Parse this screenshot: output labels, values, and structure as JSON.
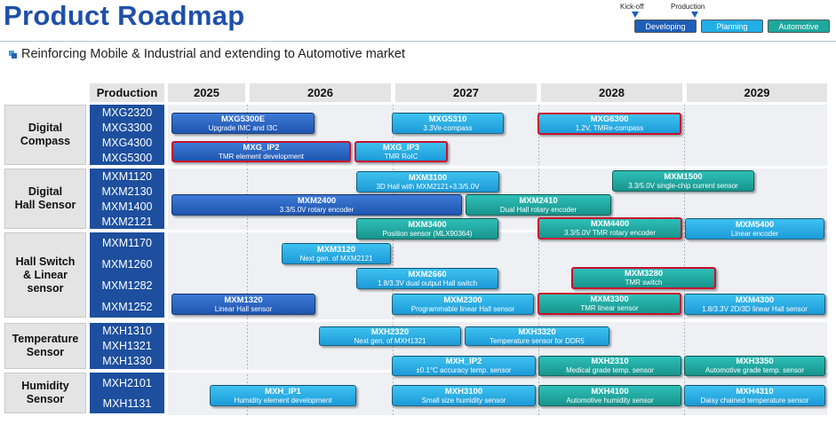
{
  "header": {
    "title": "Product Roadmap",
    "subtitle": "Reinforcing Mobile & Industrial and extending to Automotive market"
  },
  "legend": {
    "kickoff": "Kick-off",
    "production": "Production",
    "items": [
      {
        "label": "Developing",
        "color": "#1e5fb8"
      },
      {
        "label": "Planning",
        "color": "#22aee6"
      },
      {
        "label": "Automotive",
        "color": "#1ea89e"
      }
    ]
  },
  "table": {
    "production_header": "Production",
    "years": [
      "2025",
      "2026",
      "2027",
      "2028",
      "2029"
    ],
    "categories": [
      {
        "name": "Digital\nCompass",
        "products": [
          "MXG2320",
          "MXG3300",
          "MXG4300",
          "MXG5300"
        ]
      },
      {
        "name": "Digital\nHall Sensor",
        "products": [
          "MXM1120",
          "MXM2130",
          "MXM1400",
          "MXM2121"
        ]
      },
      {
        "name": "Hall Switch\n& Linear\nsensor",
        "products": [
          "MXM1170",
          "MXM1260",
          "MXM1282",
          "MXM1252"
        ]
      },
      {
        "name": "Temperature\nSensor",
        "products": [
          "MXH1310",
          "MXH1321",
          "MXH1330"
        ]
      },
      {
        "name": "Humidity\nSensor",
        "products": [
          "MXH2101",
          "MXH1131"
        ]
      }
    ]
  },
  "bars": [
    {
      "name": "MXG5300E",
      "desc": "Upgrade IMC and I3C",
      "type": "dev",
      "hl": false
    },
    {
      "name": "MXG5310",
      "desc": "3.3Ve-compass",
      "type": "plan",
      "hl": false
    },
    {
      "name": "MXG6300",
      "desc": "1.2V, TMRe-compass",
      "type": "plan",
      "hl": true
    },
    {
      "name": "MXG_IP2",
      "desc": "TMR element development",
      "type": "dev",
      "hl": true
    },
    {
      "name": "MXG_IP3",
      "desc": "TMR RoIC",
      "type": "plan",
      "hl": true
    },
    {
      "name": "MXM3100",
      "desc": "3D Hall with MXM2121+3.3/5.0V",
      "type": "plan",
      "hl": false
    },
    {
      "name": "MXM1500",
      "desc": "3.3/5.0V single-chip current sensor",
      "type": "auto",
      "hl": false
    },
    {
      "name": "MXM2400",
      "desc": "3.3/5.0V rotary encoder",
      "type": "dev",
      "hl": false
    },
    {
      "name": "MXM2410",
      "desc": "Dual Hall rotary encoder",
      "type": "auto",
      "hl": false
    },
    {
      "name": "MXM3400",
      "desc": "Position sensor (MLX90364)",
      "type": "auto",
      "hl": false
    },
    {
      "name": "MXM4400",
      "desc": "3.3/5.0V TMR rotary encoder",
      "type": "auto",
      "hl": true
    },
    {
      "name": "MXM5400",
      "desc": "Linear encoder",
      "type": "plan",
      "hl": false
    },
    {
      "name": "MXM3120",
      "desc": "Next gen. of MXM2121",
      "type": "plan",
      "hl": false
    },
    {
      "name": "MXM2660",
      "desc": "1.8/3.3V dual output Hall switch",
      "type": "plan",
      "hl": false
    },
    {
      "name": "MXM3280",
      "desc": "TMR switch",
      "type": "auto",
      "hl": true
    },
    {
      "name": "MXM1320",
      "desc": "Linear Hall sensor",
      "type": "dev",
      "hl": false
    },
    {
      "name": "MXM2300",
      "desc": "Programmable linear Hall sensor",
      "type": "plan",
      "hl": false
    },
    {
      "name": "MXM3300",
      "desc": "TMR linear sensor",
      "type": "auto",
      "hl": true
    },
    {
      "name": "MXM4300",
      "desc": "1.8/3.3V 2D/3D linear Hall sensor",
      "type": "plan",
      "hl": false
    },
    {
      "name": "MXH2320",
      "desc": "Next gen. of MXH1321",
      "type": "plan",
      "hl": false
    },
    {
      "name": "MXH3320",
      "desc": "Temperature sensor for DDR5",
      "type": "plan",
      "hl": false
    },
    {
      "name": "MXH_IP2",
      "desc": "±0.1°C accuracy temp. sensor",
      "type": "plan",
      "hl": false
    },
    {
      "name": "MXH2310",
      "desc": "Medical grade temp. sensor",
      "type": "auto",
      "hl": false
    },
    {
      "name": "MXH3350",
      "desc": "Automotive grade temp. sensor",
      "type": "auto",
      "hl": false
    },
    {
      "name": "MXH_IP1",
      "desc": "Humidity element development",
      "type": "plan",
      "hl": false
    },
    {
      "name": "MXH3100",
      "desc": "Small size humidity sensor",
      "type": "plan",
      "hl": false
    },
    {
      "name": "MXH4100",
      "desc": "Automotive humidity sensor",
      "type": "auto",
      "hl": false
    },
    {
      "name": "MXH4310",
      "desc": "Daisy chained temperature sensor",
      "type": "plan",
      "hl": false
    }
  ]
}
